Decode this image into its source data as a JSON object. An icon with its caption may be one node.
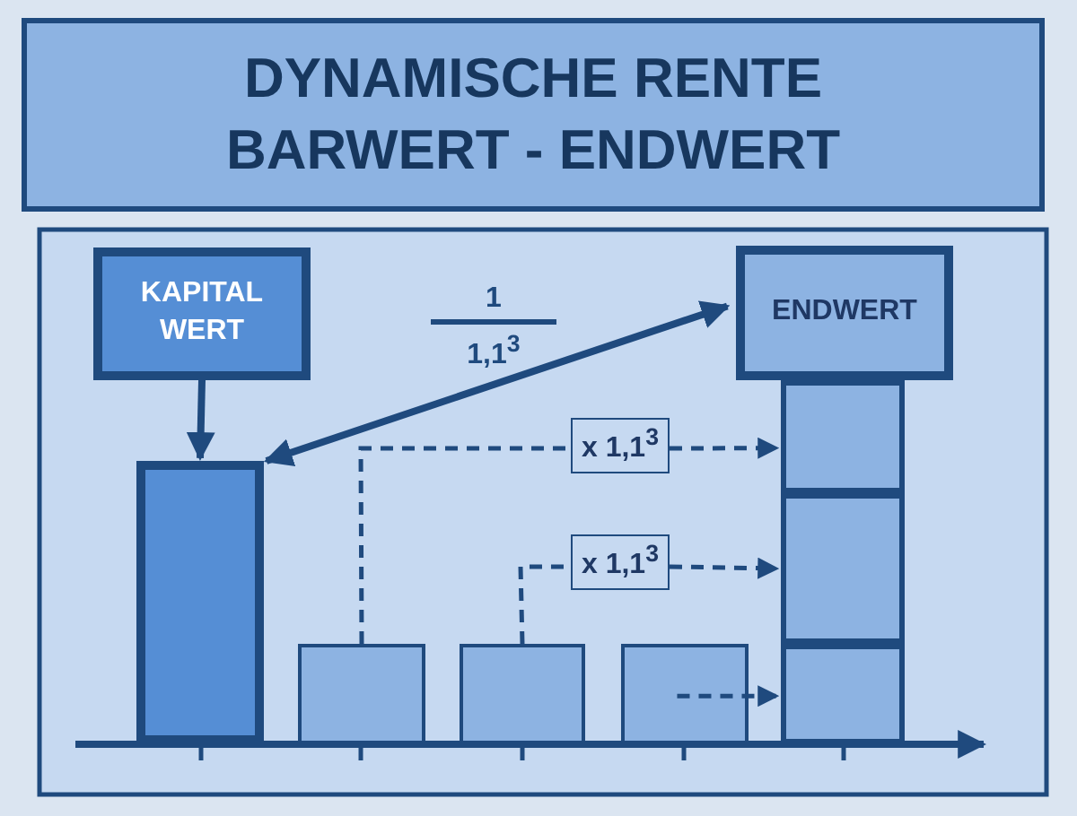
{
  "diagram": {
    "nodes": [
      {
        "text": [
          "DYNAMISCHE RENTE BARWERT - ENDWERT"
        ]
      },
      {
        "text": [
          "KAPITAL WERT"
        ]
      },
      {
        "text": [
          "ENDWERT"
        ]
      },
      {
        "text": [],
        "shape": "bar"
      },
      {
        "text": [],
        "shape": "bar"
      },
      {
        "text": [],
        "shape": "bar"
      },
      {
        "text": [],
        "shape": "bar"
      },
      {
        "text": [],
        "shape": "bar"
      },
      {
        "text": [],
        "shape": "bar"
      },
      {
        "text": [],
        "shape": "bar"
      },
      {
        "text": [
          "x 1,1$^{3}$"
        ]
      },
      {
        "text": [
          "x 1,1$^{3}$"
        ]
      }
    ],
    "edges": [
      {
        "from": 1,
        "to": 3,
        "arrow": "to"
      },
      {
        "from": 3,
        "to": 2,
        "arrow": "both"
      },
      {
        "from": 4,
        "to": 10,
        "arrow": "none",
        "style": "dashed"
      },
      {
        "from": 10,
        "to": 7,
        "arrow": "to",
        "style": "dashed"
      },
      {
        "from": 5,
        "to": 11,
        "arrow": "none",
        "style": "dashed"
      },
      {
        "from": 11,
        "to": 8,
        "arrow": "to",
        "style": "dashed"
      },
      {
        "from": 6,
        "to": 9,
        "arrow": "to",
        "style": "dashed"
      }
    ],
    "labels": [
      "1",
      "1,1$^{3}$"
    ]
  }
}
